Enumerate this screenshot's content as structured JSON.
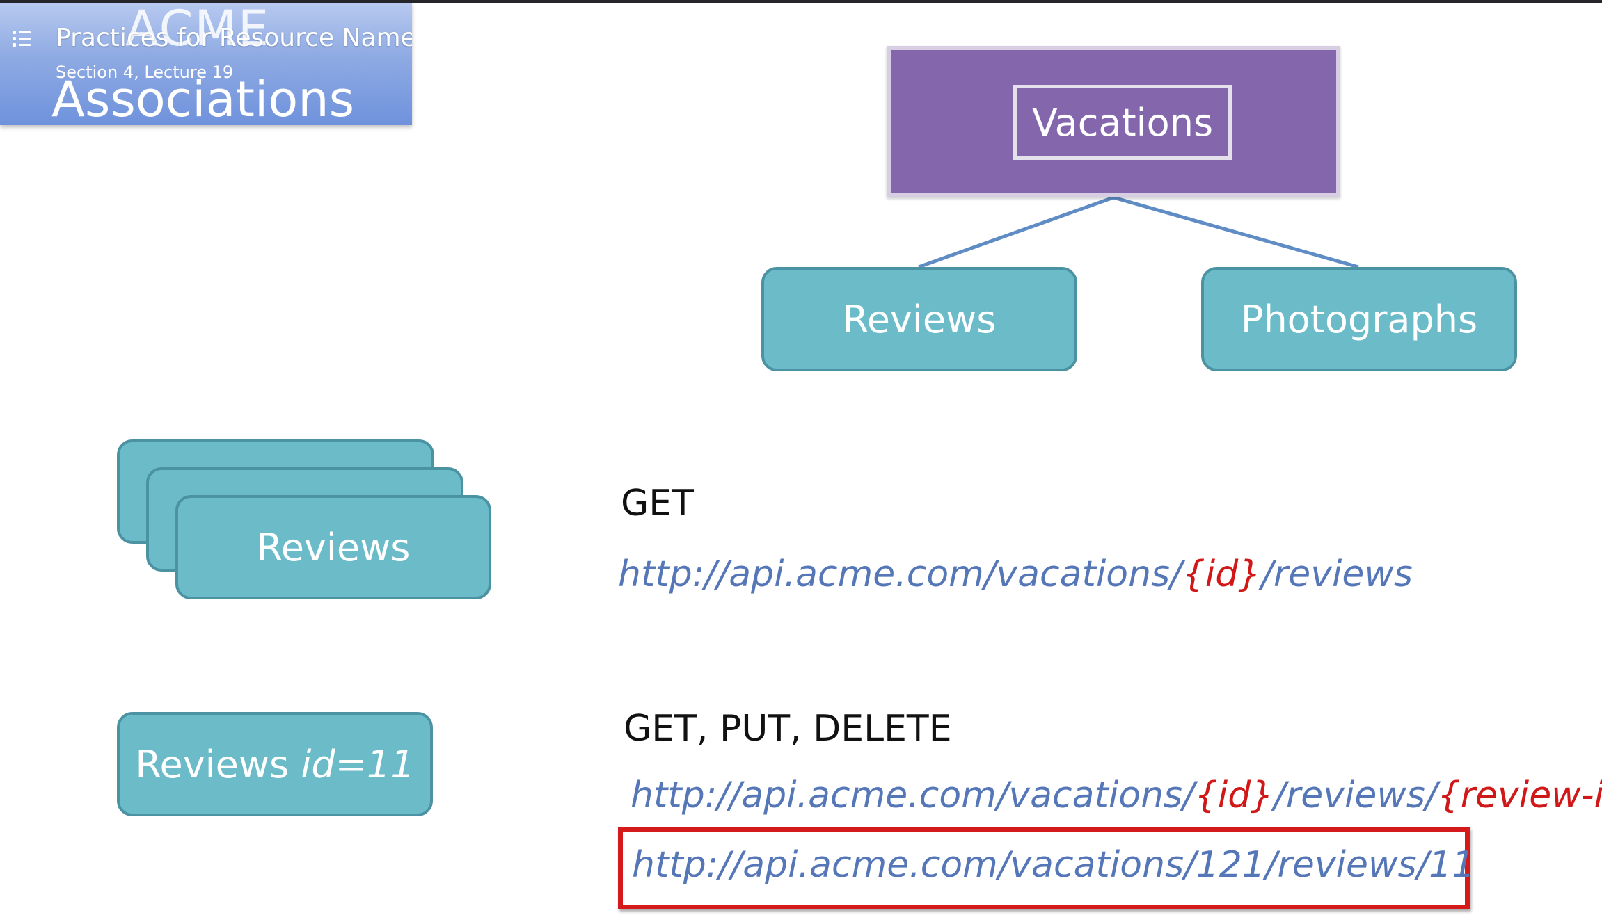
{
  "player": {
    "lecture_title": "Practices for Resource Names",
    "lecture_section": "Section 4, Lecture 19",
    "menu_icon": "list-icon"
  },
  "slide": {
    "banner_top": "ACME",
    "banner_bottom": "Associations",
    "tree": {
      "root": "Vacations",
      "children": [
        "Reviews",
        "Photographs"
      ]
    },
    "collection": {
      "box_label": "Reviews",
      "verbs": "GET",
      "url_parts": [
        "http://api.acme.com/vacations/",
        "{id}",
        "/reviews"
      ]
    },
    "item": {
      "box_label_prefix": "Reviews ",
      "box_label_italic": "id=11",
      "verbs": "GET, PUT, DELETE",
      "url_parts": [
        "http://api.acme.com/vacations/",
        "{id}",
        "/reviews/",
        "{review-id}"
      ],
      "example_url": "http://api.acme.com/vacations/121/reviews/11"
    },
    "colors": {
      "purple": "#8466ad",
      "teal": "#6bbcc8",
      "url_blue": "#5577b8",
      "param_red": "#d01818",
      "highlight_red": "#d41a1a"
    }
  }
}
